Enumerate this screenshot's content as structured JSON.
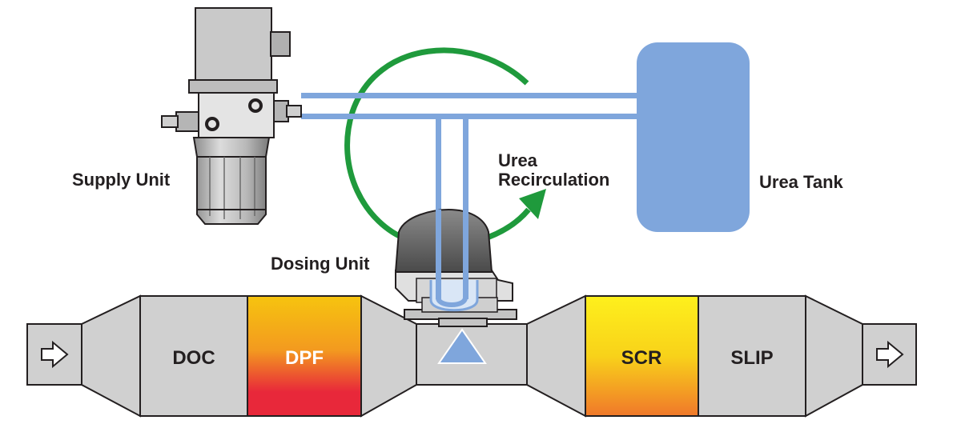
{
  "labels": {
    "supply_unit": "Supply Unit",
    "urea_tank": "Urea Tank",
    "dosing_unit": "Dosing Unit",
    "urea_recirculation_line1": "Urea",
    "urea_recirculation_line2": "Recirculation"
  },
  "sections": {
    "doc": "DOC",
    "dpf": "DPF",
    "scr": "SCR",
    "slip": "SLIP"
  },
  "colors": {
    "urea_blue": "#7fa6dc",
    "recirculation_green": "#1f9a3c",
    "exhaust_gray": "#d0d0d0",
    "outline": "#231f20",
    "dpf_top": "#f6c40f",
    "dpf_bottom": "#e8283a",
    "scr_top": "#fef01c",
    "scr_bottom": "#f0782a"
  },
  "icons": {
    "inlet": "arrow-right-outline-icon",
    "outlet": "arrow-right-outline-icon",
    "injection": "triangle-up-icon"
  }
}
